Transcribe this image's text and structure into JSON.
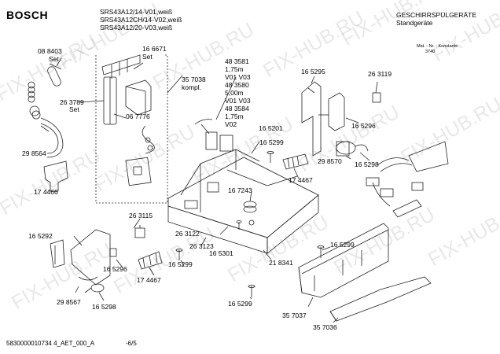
{
  "header": {
    "brand": "BOSCH",
    "models": [
      "SRS43A12/14-V01,weiß",
      "SRS43A12CH/14-V02,weiß",
      "SRS43A12/20-V03,weiß"
    ],
    "category": "GESCHIRRSPÜLGERÄTE",
    "subcategory": "Standgeräte",
    "mat_label": "Mat. - Nr. - Konstante",
    "mat_value": "3740"
  },
  "parts": {
    "p088403": "08 8403",
    "p088403_set": "Set",
    "p166671": "16 6671",
    "p166671_set": "Set",
    "p263789": "26 3789",
    "p263789_set": "Set",
    "p067776": "06 7776",
    "p298564": "29 8564",
    "p174466": "17 4466",
    "p357038": "35 7038",
    "p357038_kompl": "kompl.",
    "p483581": "48 3581",
    "p483581_len": "1,75m",
    "p483581_var": "V01 V03",
    "p483580": "48 3580",
    "p483580_len": "5,00m",
    "p483580_var": "V01 V03",
    "p483584": "48 3584",
    "p483584_len": "1,75m",
    "p483584_var": "V02",
    "p165201": "16 5201",
    "p165299_a": "16 5299",
    "p165295": "16 5295",
    "p263119": "26 3119",
    "p165296_a": "16 5296",
    "p298570": "29 8570",
    "p165298_a": "16 5298",
    "p174467_a": "17 4467",
    "p167243": "16 7243",
    "p263115": "26 3115",
    "p165292": "16 5292",
    "p263122": "26 3122",
    "p263123": "26 3123",
    "p165301": "16 5301",
    "p165296_b": "16 5296",
    "p174467_b": "17 4467",
    "p165299_b": "16 5299",
    "p298567": "29 8567",
    "p165298_b": "16 5298",
    "p218341": "21 8341",
    "p165299_c": "16 5299",
    "p165299_d": "16 5299",
    "p357037": "35 7037",
    "p357036": "35 7036"
  },
  "watermark": "FIX-HUB.RU",
  "footer": {
    "code": "5830000010734 4_AET_000_A",
    "page": "-6/5"
  }
}
